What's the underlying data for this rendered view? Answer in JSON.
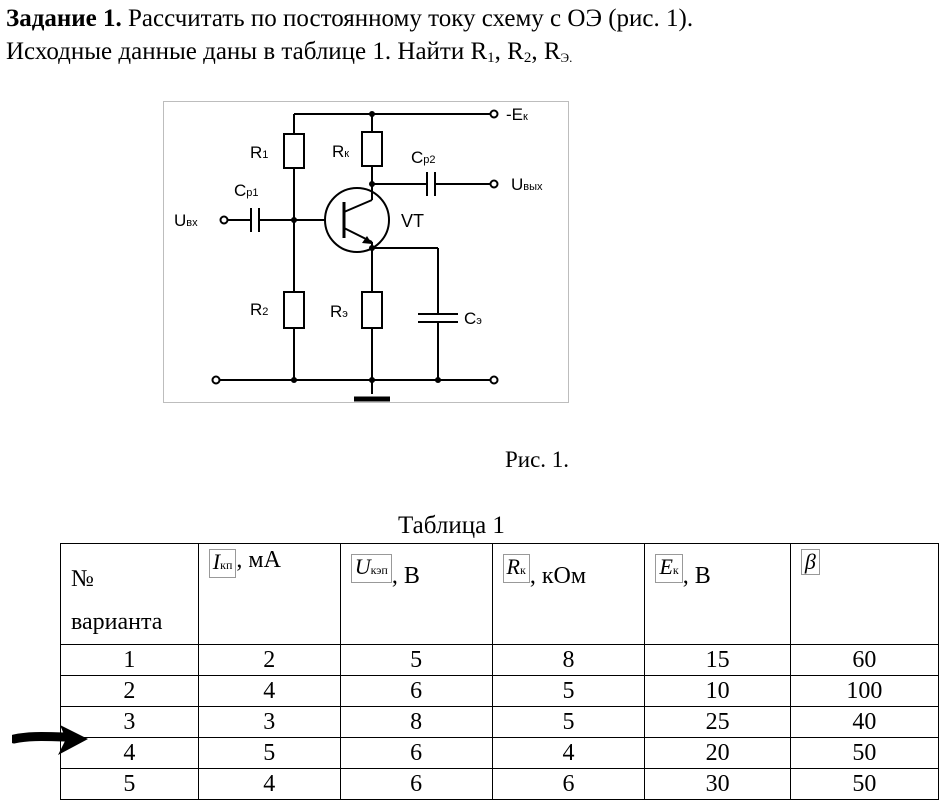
{
  "task": {
    "heading": "Задание 1.",
    "line1": "Рассчитать  по постоянному току схему  с ОЭ  (рис. 1).",
    "line2_a": "Исходные данные даны в таблице 1.   Найти R",
    "sub1": "1",
    "sep1": ", R",
    "sub2": "2",
    "sep2": ", R",
    "sub3": "Э."
  },
  "figure": {
    "caption": "Рис. 1.",
    "labels": {
      "supply": "-E",
      "supply_sub": "к",
      "r1": "R",
      "r1_sub": "1",
      "rk": "R",
      "rk_sub": "к",
      "cp2": "C",
      "cp2_sub": "р2",
      "uout": "U",
      "uout_sub": "вых",
      "cp1": "C",
      "cp1_sub": "р1",
      "uin": "U",
      "uin_sub": "вх",
      "vt": "VT",
      "r2": "R",
      "r2_sub": "2",
      "re": "R",
      "re_sub": "э",
      "ce": "C",
      "ce_sub": "э"
    }
  },
  "table": {
    "caption": "Таблица 1",
    "headers": {
      "num_line1": "№",
      "num_line2": "варианта",
      "ik_sym": "I",
      "ik_sub": "кп",
      "ik_unit": ", мА",
      "uk_sym": "U",
      "uk_sub": "кэп",
      "uk_unit": ", В",
      "rk_sym": "R",
      "rk_sub": "к",
      "rk_unit": ",  кОм",
      "ek_sym": "E",
      "ek_sub": "к",
      "ek_unit": ", В",
      "beta_sym": "β"
    },
    "rows": [
      [
        "1",
        "2",
        "5",
        "8",
        "15",
        "60"
      ],
      [
        "2",
        "4",
        "6",
        "5",
        "10",
        "100"
      ],
      [
        "3",
        "3",
        "8",
        "5",
        "25",
        "40"
      ],
      [
        "4",
        "5",
        "6",
        "4",
        "20",
        "50"
      ],
      [
        "5",
        "4",
        "6",
        "6",
        "30",
        "50"
      ]
    ]
  }
}
